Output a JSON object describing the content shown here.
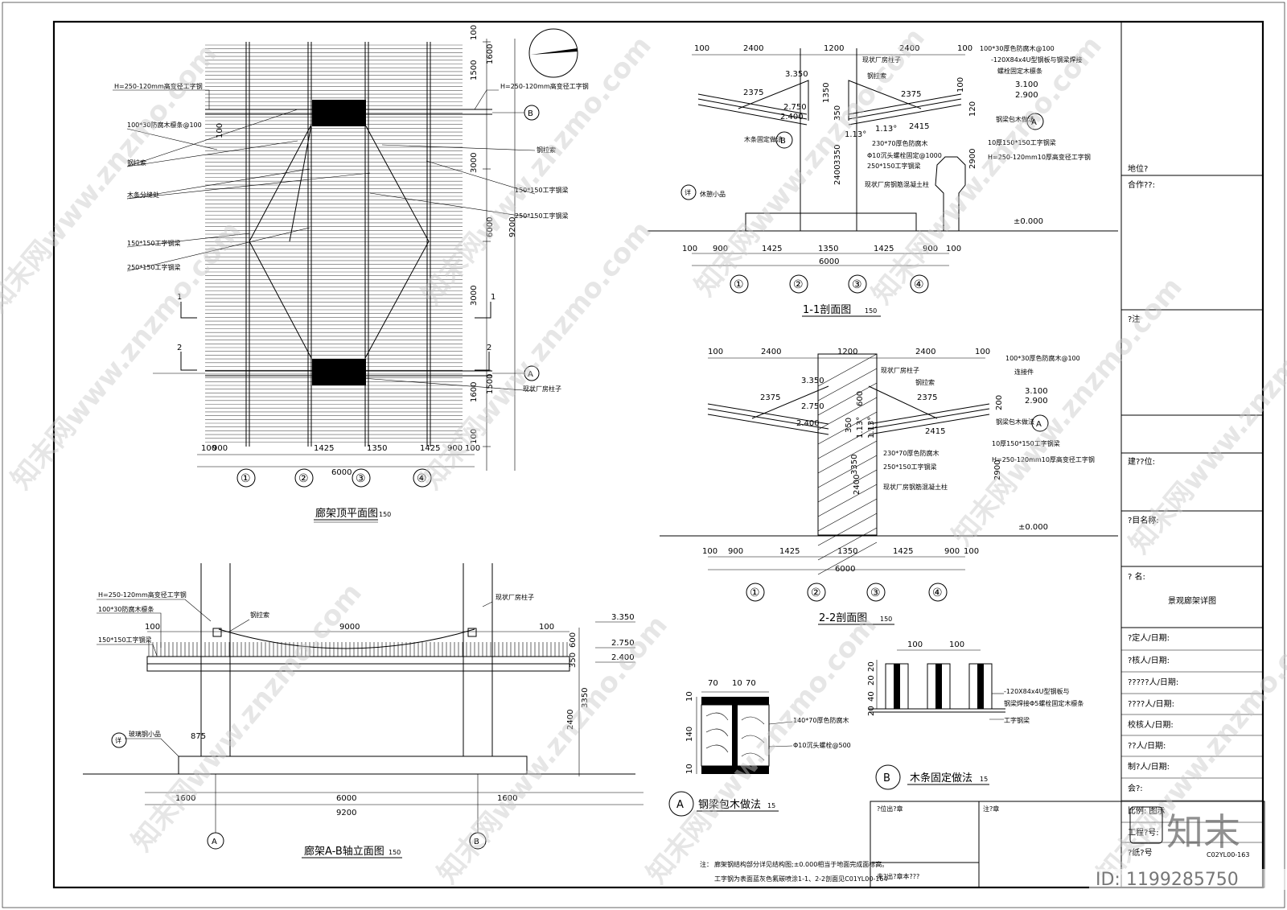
{
  "roof_plan": {
    "title": "廊架顶平面图",
    "scale": "150",
    "dims_bottom": [
      "100",
      "900",
      "1425",
      "1350",
      "1425",
      "900",
      "100"
    ],
    "total": "6000",
    "dims_right": [
      "100",
      "1600",
      "1500",
      "3000",
      "6000",
      "9200",
      "3000",
      "1500",
      "1600",
      "100"
    ],
    "axes": [
      "①",
      "②",
      "③",
      "④"
    ],
    "axis_a": "A",
    "axis_b": "B",
    "sec1": "1",
    "sec2": "2",
    "labels": {
      "h_beam_left": "H=250-120mm高变径工字钢",
      "h_beam_right": "H=250-120mm高变径工字钢",
      "purlin": "100*30防腐木檩条@100",
      "rod": "钢拉索",
      "joint": "木条分缝处",
      "steel150_left": "150*150工字钢梁",
      "steel250_left": "250*150工字钢梁",
      "rod_right": "钢拉索",
      "steel150_right": "150*150工字钢梁",
      "steel250_right": "250*150工字钢梁",
      "column": "现状厂房柱子",
      "small100": "100"
    }
  },
  "section11": {
    "title": "1-1剖面图",
    "scale": "150",
    "top_dims": [
      "100",
      "2400",
      "1200",
      "2400",
      "100"
    ],
    "bottom_dims": [
      "100",
      "900",
      "1425",
      "1350",
      "1425",
      "900",
      "100"
    ],
    "total": "6000",
    "axes": [
      "①",
      "②",
      "③",
      "④"
    ],
    "elev": [
      "3.350",
      "2.750",
      "2.400",
      "3.100",
      "2.900",
      "±0.000"
    ],
    "dims": [
      "2375",
      "2375",
      "2415",
      "1350",
      "350",
      "3350",
      "2400",
      "2900",
      "1.13°",
      "1.13°",
      "100",
      "120"
    ],
    "labels": {
      "column": "现状厂房柱子",
      "rod": "钢拉索",
      "purlin": "100*30厚色防腐木@100",
      "plate": "-120X84x4U型钢板与钢梁焊接",
      "bolt": "螺栓固定木檩条",
      "wood_fix": "木条固定做法",
      "wrap": "钢梁包木做法",
      "beam10": "10厚150*150工字钢梁",
      "hbeam": "H=250-120mm10厚高变径工字钢",
      "wood230": "230*70厚色防腐木",
      "bolt10": "Φ10沉头螺栓固定@1000",
      "steel250": "250*150工字钢梁",
      "concrete": "现状厂房钢筋混凝土柱",
      "bench": "休憩小品",
      "det_a": "A",
      "det_b": "B",
      "det": "详"
    }
  },
  "section22": {
    "title": "2-2剖面图",
    "scale": "150",
    "top_dims": [
      "100",
      "2400",
      "1200",
      "2400",
      "100"
    ],
    "bottom_dims": [
      "100",
      "900",
      "1425",
      "1350",
      "1425",
      "900",
      "100"
    ],
    "total": "6000",
    "axes": [
      "①",
      "②",
      "③",
      "④"
    ],
    "elev": [
      "3.350",
      "2.750",
      "2.400",
      "3.100",
      "2.900",
      "±0.000"
    ],
    "dims": [
      "2375",
      "2375",
      "2415",
      "600",
      "350",
      "3350",
      "2400",
      "2900",
      "200",
      "1.13°",
      "1.13°"
    ],
    "labels": {
      "column": "现状厂房柱子",
      "rod": "钢拉索",
      "purlin": "100*30厚色防腐木@100",
      "conn": "连接件",
      "wrap": "钢梁包木做法",
      "beam10": "10厚150*150工字钢梁",
      "hbeam": "H=250-120mm10厚高变径工字钢",
      "wood230": "230*70厚色防腐木",
      "steel250": "250*150工字钢梁",
      "concrete": "现状厂房钢筋混凝土柱",
      "det_a": "A"
    }
  },
  "elevation": {
    "title": "廊架A-B轴立面图",
    "scale": "150",
    "dims_bottom": [
      "1600",
      "6000",
      "1600"
    ],
    "total": "9200",
    "span": "9000",
    "left_overhang": "100",
    "right_overhang": "100",
    "offset": "875",
    "elev": [
      "3.350",
      "2.750",
      "2.400"
    ],
    "dims_right": [
      "600",
      "350",
      "3350",
      "2400"
    ],
    "axis_a": "A",
    "axis_b": "B",
    "labels": {
      "hbeam": "H=250-120mm高变径工字钢",
      "purlin": "100*30防腐木檩条",
      "steel150": "150*150工字钢梁",
      "rod": "钢拉索",
      "column": "现状厂房柱子",
      "bench": "玻璃钢小品",
      "det": "详"
    }
  },
  "detail_a": {
    "letter": "A",
    "title": "钢梁包木做法",
    "scale": "15",
    "dims_top": [
      "70",
      "10",
      "70"
    ],
    "dims_left": [
      "10",
      "140",
      "10"
    ],
    "labels": {
      "wood": "140*70厚色防腐木",
      "bolt": "Φ10沉头螺栓@500"
    }
  },
  "detail_b": {
    "letter": "B",
    "title": "木条固定做法",
    "scale": "15",
    "dims_top": [
      "100",
      "100"
    ],
    "dims_left": [
      "20",
      "20",
      "40",
      "20"
    ],
    "labels": {
      "plate": "-120X84x4U型钢板与",
      "weld": "钢梁焊接Φ5螺栓固定木檩条",
      "ibeam": "工字钢梁"
    }
  },
  "notes": {
    "prefix": "注：",
    "line1": "廊架钢结构部分详见结构图;±0.000相当于地面完成面标高。",
    "line2": "工字钢为表面蓝灰色氟碳喷涂1-1、2-2剖面见C01YL00-164"
  },
  "approval": {
    "left_head": "?位出?章",
    "right_head": "注?章",
    "bottom": "未?出?章本???"
  },
  "title_block": {
    "address": "地位?",
    "partner": "合作??:",
    "remark": "?注",
    "builder": "建??位:",
    "project": "?目名称:",
    "figname_label": "? 名:",
    "figname": "景观廊架详图",
    "rows": [
      "?定人/日期:",
      "?核人/日期:",
      "?????人/日期:",
      "????人/日期:",
      "校核人/日期:",
      "??人/日期:",
      "制?人/日期:",
      "会?:",
      "比例: 图示",
      "工程?号:",
      "?纸?号"
    ],
    "drawing_no": "C02YL00-163"
  },
  "stamp": {
    "brand": "知末",
    "id": "ID: 1199285750"
  },
  "watermark": {
    "text": "知末网www.znzmo.com"
  }
}
